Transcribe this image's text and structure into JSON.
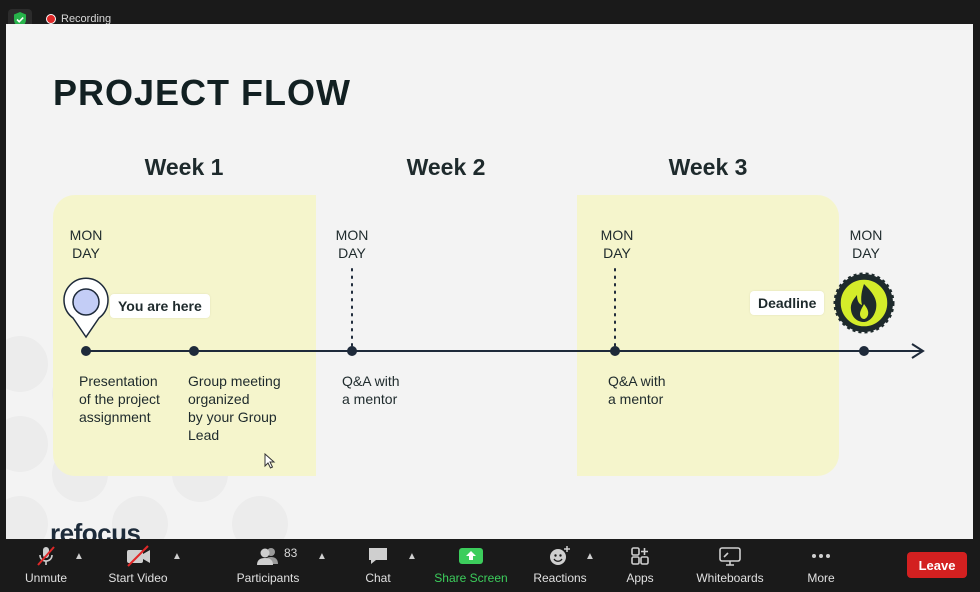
{
  "recording": {
    "label": "Recording"
  },
  "slide": {
    "title": "PROJECT FLOW",
    "weeks": [
      "Week 1",
      "Week 2",
      "Week 3"
    ],
    "day_labels": [
      "MON\nDAY",
      "MON\nDAY",
      "MON\nDAY",
      "MON\nDAY"
    ],
    "you_are_here": "You are here",
    "deadline": "Deadline",
    "events": [
      "Presentation\nof the project\nassignment",
      "Group meeting\norganized\nby your Group\nLead",
      "Q&A with\na mentor",
      "Q&A with\na mentor"
    ],
    "logo": "refocus"
  },
  "toolbar": {
    "unmute": "Unmute",
    "start_video": "Start Video",
    "participants": "Participants",
    "participants_count": "83",
    "chat": "Chat",
    "share_screen": "Share Screen",
    "reactions": "Reactions",
    "apps": "Apps",
    "whiteboards": "Whiteboards",
    "more": "More",
    "leave": "Leave"
  },
  "colors": {
    "band": "#f5f5cc",
    "deadline_badge": "#d4ec2a",
    "share_green": "#3ccd5c",
    "leave_red": "#d32020"
  }
}
